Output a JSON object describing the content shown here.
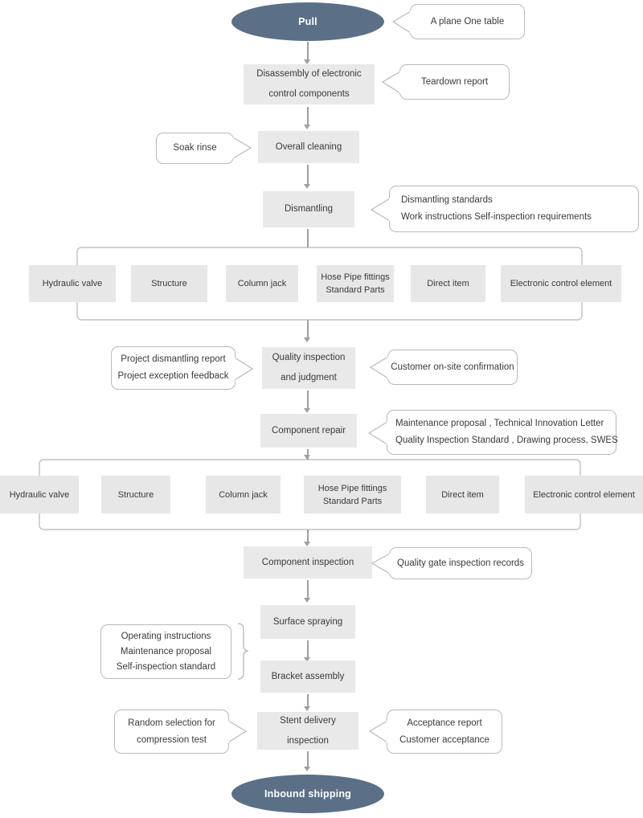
{
  "diagram": {
    "title": "Remanufacturing process flow",
    "colors": {
      "terminator_fill": "#5b7087",
      "terminator_text": "#ffffff",
      "process_fill": "#e9e9e9",
      "category_fill": "#e7e7e7",
      "callout_border": "#b9b9b9",
      "connector": "#9f9f9f",
      "bracket": "#c2c2c2",
      "text": "#3a3a3a",
      "background": "#ffffff"
    }
  },
  "nodes": {
    "start": {
      "label": "Pull",
      "shape": "ellipse"
    },
    "end": {
      "label": "Inbound shipping",
      "shape": "ellipse"
    },
    "disassembly": {
      "line1": "Disassembly of electronic",
      "line2": "control components"
    },
    "overall_cleaning": {
      "label": "Overall cleaning"
    },
    "dismantling": {
      "label": "Dismantling"
    },
    "quality_inspection": {
      "line1": "Quality inspection",
      "line2": "and judgment"
    },
    "component_repair": {
      "label": "Component repair"
    },
    "component_inspection": {
      "label": "Component inspection"
    },
    "surface_spraying": {
      "label": "Surface spraying"
    },
    "bracket_assembly": {
      "label": "Bracket assembly"
    },
    "stent_delivery": {
      "line1": "Stent delivery",
      "line2": "inspection"
    }
  },
  "category_row_1": [
    {
      "label": "Hydraulic valve"
    },
    {
      "label": "Structure"
    },
    {
      "label": "Column jack"
    },
    {
      "line1": "Hose  Pipe fittings",
      "line2": "Standard Parts"
    },
    {
      "label": "Direct item"
    },
    {
      "label": "Electronic control element"
    }
  ],
  "category_row_2": [
    {
      "label": "Hydraulic valve"
    },
    {
      "label": "Structure"
    },
    {
      "label": "Column jack"
    },
    {
      "line1": "Hose  Pipe fittings",
      "line2": "Standard Parts"
    },
    {
      "label": "Direct item"
    },
    {
      "label": "Electronic control element"
    }
  ],
  "callouts": {
    "a_plane_one_table": {
      "line1": "A plane One table"
    },
    "teardown_report": {
      "line1": "Teardown report"
    },
    "soak_rinse": {
      "line1": "Soak rinse"
    },
    "dismantling_standards": {
      "line1": "Dismantling standards",
      "line2": "Work instructions   Self-inspection requirements"
    },
    "project_reports": {
      "line1": "Project dismantling report",
      "line2": "Project exception feedback"
    },
    "customer_onsite": {
      "line1": "Customer on-site confirmation"
    },
    "repair_standards": {
      "line1": "Maintenance proposal , Technical Innovation Letter",
      "line2": "Quality Inspection Standard , Drawing process, SWES"
    },
    "quality_gate": {
      "line1": "Quality gate inspection records"
    },
    "operating_instructions": {
      "line1": "Operating instructions",
      "line2": "Maintenance proposal",
      "line3": "Self-inspection standard"
    },
    "random_selection": {
      "line1": "Random selection for",
      "line2": "compression test"
    },
    "acceptance": {
      "line1": "Acceptance report",
      "line2": "Customer acceptance"
    }
  }
}
